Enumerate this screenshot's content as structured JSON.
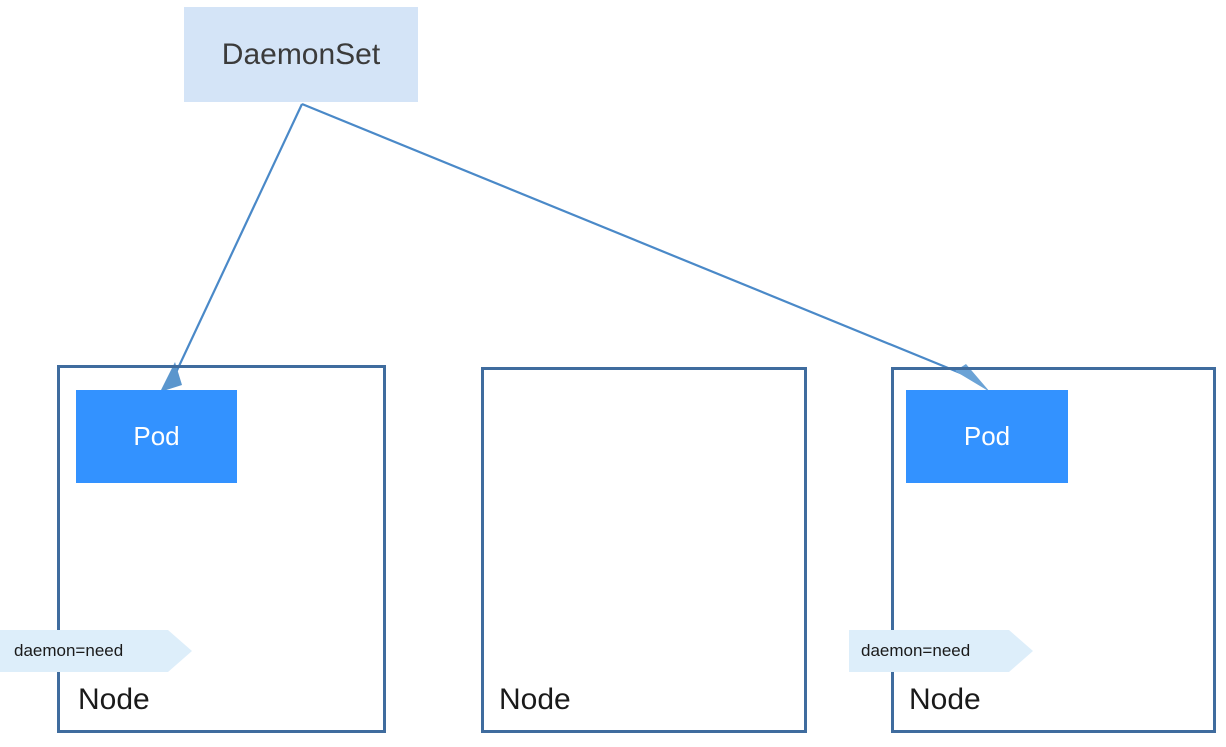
{
  "diagram": {
    "title_node": {
      "label": "DaemonSet"
    },
    "nodes": [
      {
        "label": "Node",
        "pod": {
          "label": "Pod"
        },
        "tag": {
          "label": "daemon=need"
        }
      },
      {
        "label": "Node",
        "pod": null,
        "tag": null
      },
      {
        "label": "Node",
        "pod": {
          "label": "Pod"
        },
        "tag": {
          "label": "daemon=need"
        }
      }
    ],
    "colors": {
      "daemonset_fill": "#d4e4f7",
      "daemonset_text": "#3b3b3b",
      "node_border": "#3f6c9e",
      "pod_fill": "#3392ff",
      "pod_text": "#ffffff",
      "connector": "#4a89c8",
      "tag_fill": "#ddeefa"
    },
    "connectors": [
      {
        "name": "daemonset-to-pod-1",
        "from": "DaemonSet",
        "to": "Pod (Node 1)"
      },
      {
        "name": "daemonset-to-pod-3",
        "from": "DaemonSet",
        "to": "Pod (Node 3)"
      }
    ]
  }
}
